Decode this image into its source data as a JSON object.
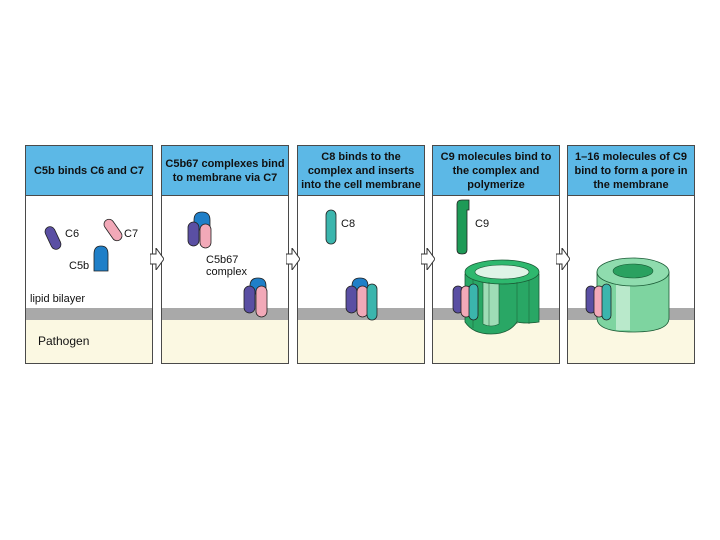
{
  "panels": [
    {
      "title": "C5b binds C6 and C7",
      "labels": {
        "c6": "C6",
        "c7": "C7",
        "c5b": "C5b",
        "lipid": "lipid bilayer",
        "pathogen": "Pathogen"
      }
    },
    {
      "title": "C5b67 complexes bind to membrane via C7",
      "labels": {
        "complex": "C5b67\ncomplex"
      }
    },
    {
      "title": "C8 binds to the complex and inserts into the cell membrane",
      "labels": {
        "c8": "C8"
      }
    },
    {
      "title": "C9 molecules bind to the complex and polymerize",
      "labels": {
        "c9": "C9"
      }
    },
    {
      "title": "1–16 molecules of C9 bind to form a pore in the membrane",
      "labels": {}
    }
  ],
  "colors": {
    "header": "#5cb8e6",
    "membrane": "#a9a9a9",
    "pathogen": "#fbf8e2",
    "c6": "#5a4fa3",
    "c7": "#f2a9b8",
    "c5b": "#1f7fc8",
    "c8": "#3bb5ad",
    "c9": "#1e9a57"
  }
}
